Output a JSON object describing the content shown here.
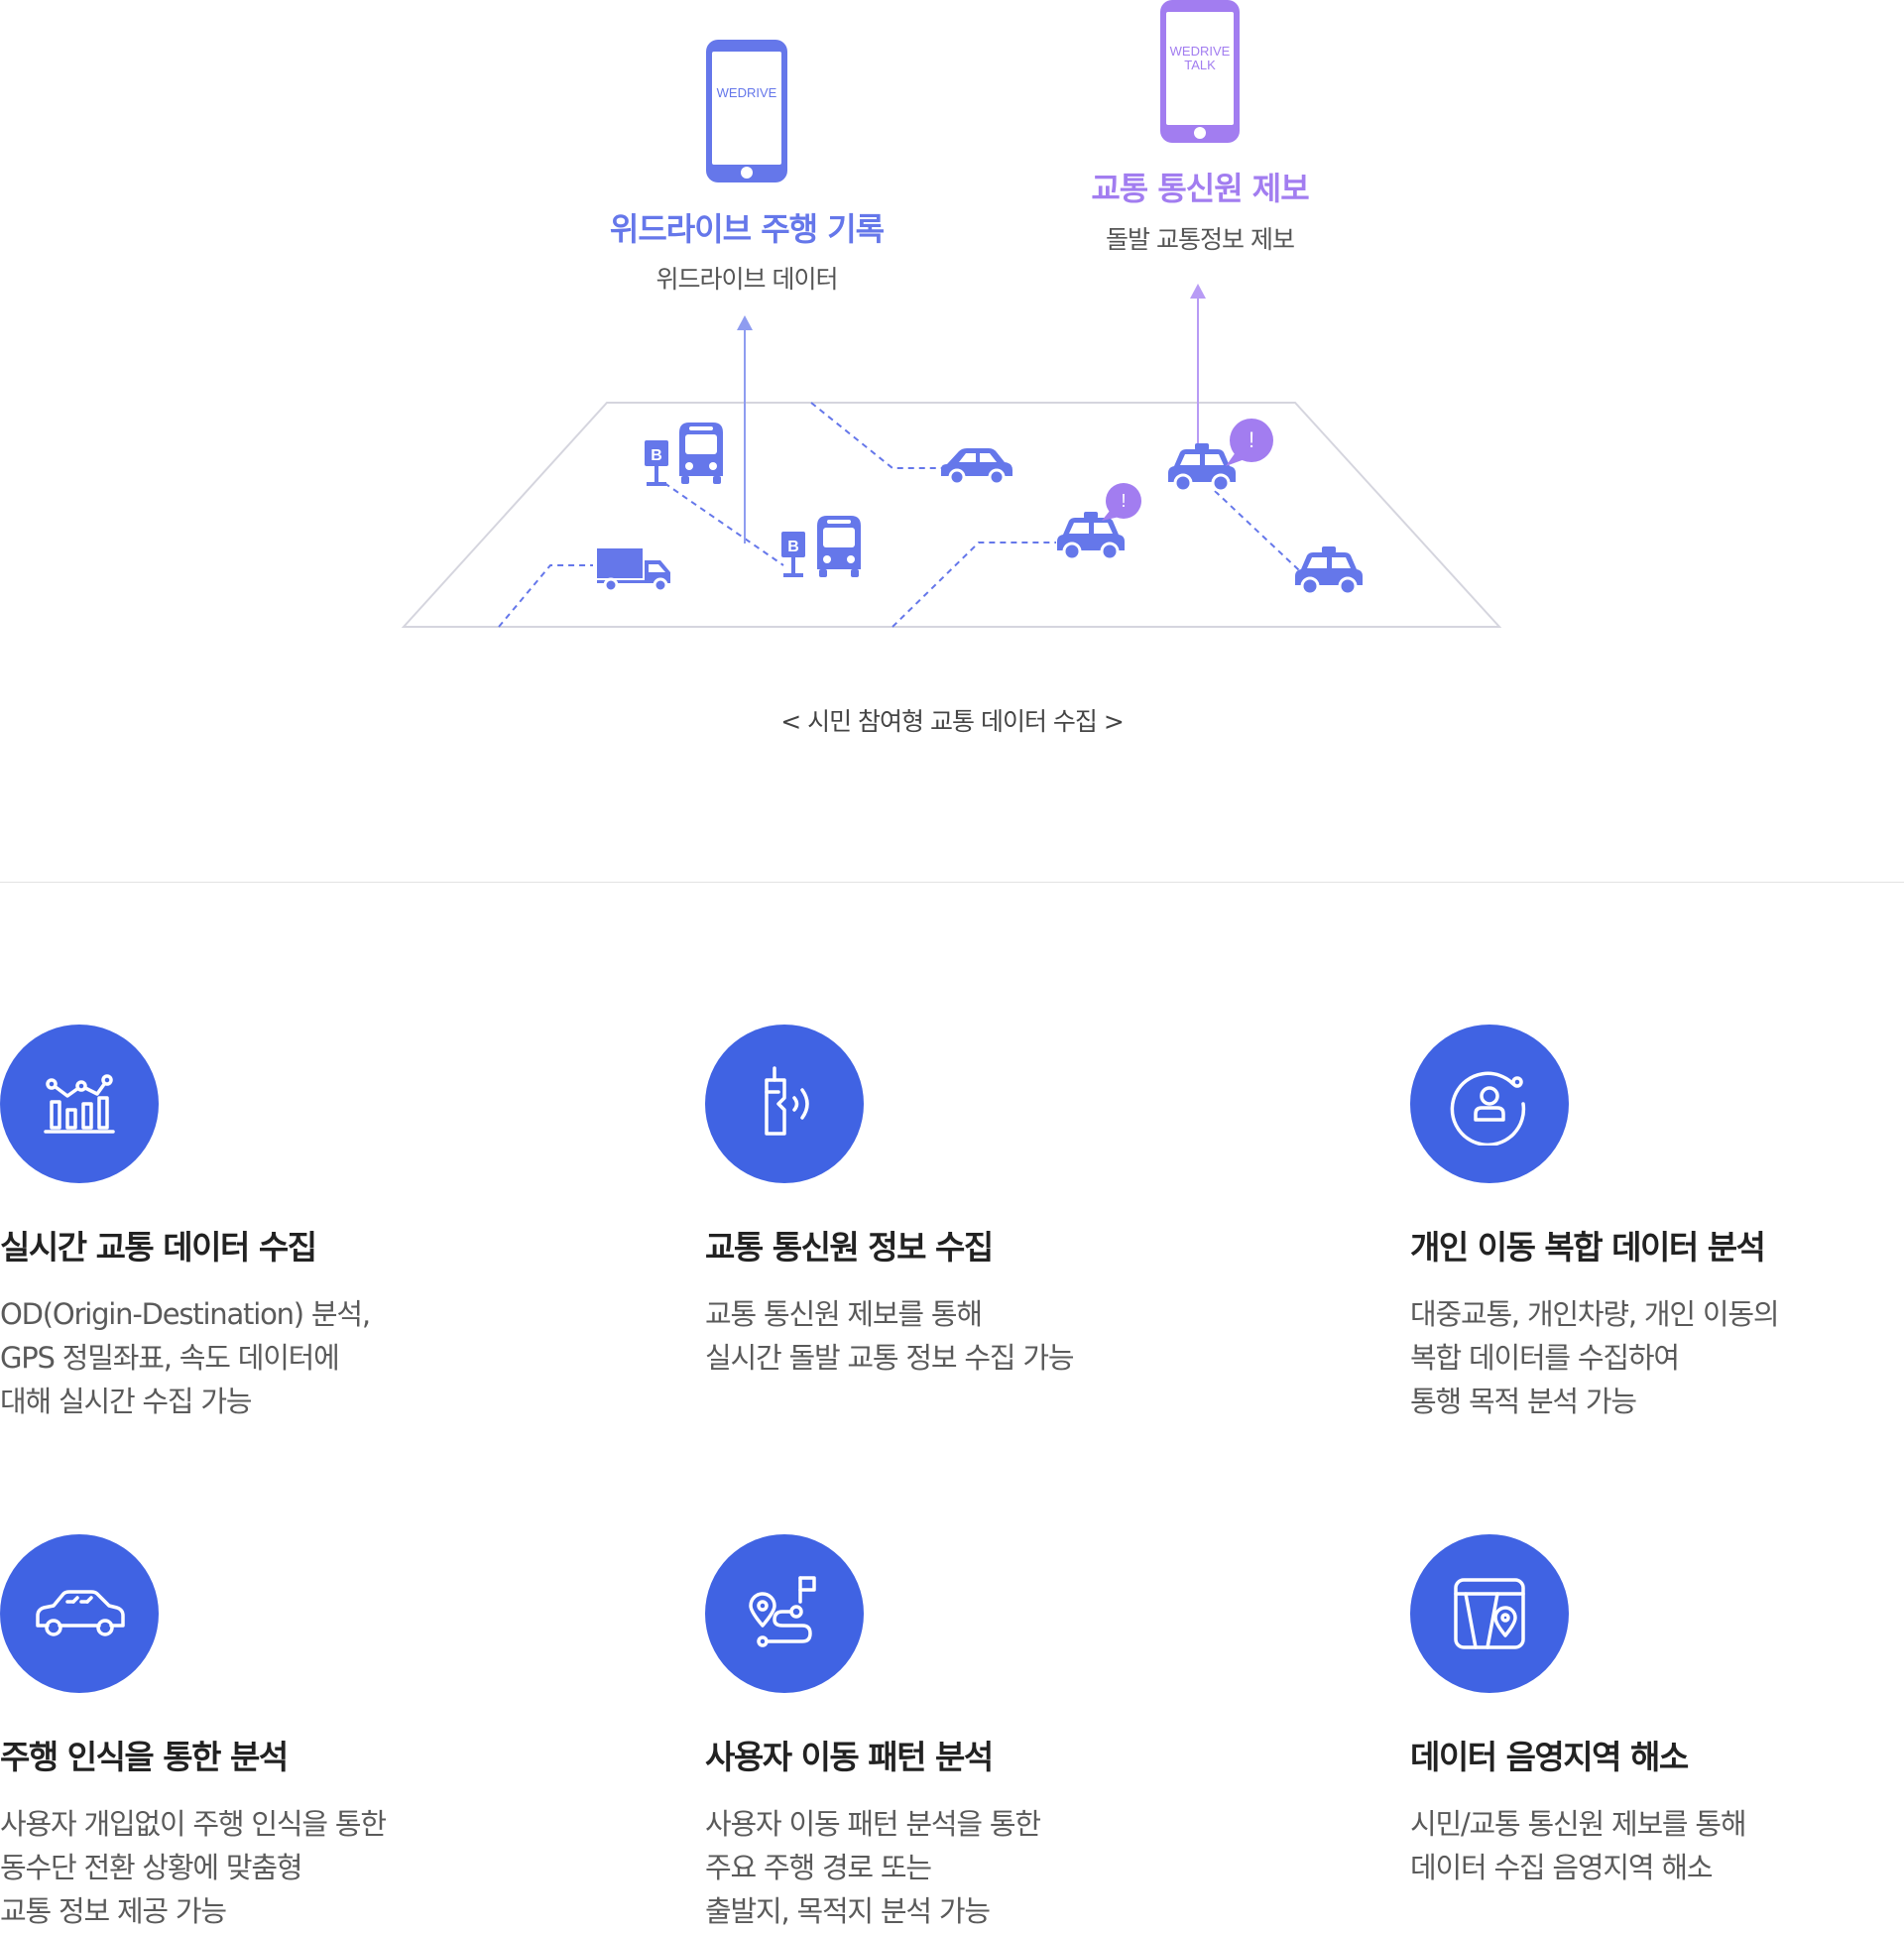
{
  "diagram": {
    "phone_left": {
      "screen_label": "WEDRIVE",
      "title": "위드라이브 주행 기록",
      "subtitle": "위드라이브 데이터"
    },
    "phone_right": {
      "screen_label_line1": "WEDRIVE",
      "screen_label_line2": "TALK",
      "title": "교통 통신원 제보",
      "subtitle": "돌발 교통정보 제보"
    },
    "bus_stop_letter": "B",
    "alert_mark": "!",
    "caption": "< 시민 참여형 교통 데이터 수집 >",
    "colors": {
      "blue": "#6577ea",
      "purple": "#a27df0",
      "feature_blue": "#4063e3"
    }
  },
  "features": [
    {
      "icon": "chart-analytics-icon",
      "title": "실시간 교통 데이터 수집",
      "lines": [
        "OD(Origin-Destination) 분석,",
        "GPS 정밀좌표, 속도 데이터에",
        "대해 실시간 수집 가능"
      ]
    },
    {
      "icon": "walkie-talkie-icon",
      "title": "교통 통신원 정보 수집",
      "lines": [
        "교통 통신원 제보를 통해",
        "실시간 돌발 교통 정보 수집 가능"
      ]
    },
    {
      "icon": "user-target-icon",
      "title": "개인 이동 복합 데이터 분석",
      "lines": [
        "대중교통, 개인차량, 개인 이동의",
        "복합 데이터를 수집하여",
        "통행 목적 분석 가능"
      ]
    },
    {
      "icon": "car-icon",
      "title": "주행 인식을 통한 분석",
      "lines": [
        "사용자 개입없이 주행 인식을 통한",
        "동수단 전환 상황에 맞춤형",
        "교통 정보 제공 가능"
      ]
    },
    {
      "icon": "route-pattern-icon",
      "title": "사용자 이동 패턴 분석",
      "lines": [
        "사용자 이동 패턴 분석을 통한",
        "주요 주행 경로 또는",
        "출발지, 목적지 분석 가능"
      ]
    },
    {
      "icon": "map-pin-icon",
      "title": "데이터 음영지역 해소",
      "lines": [
        "시민/교통 통신원 제보를 통해",
        "데이터 수집 음영지역 해소"
      ]
    }
  ]
}
